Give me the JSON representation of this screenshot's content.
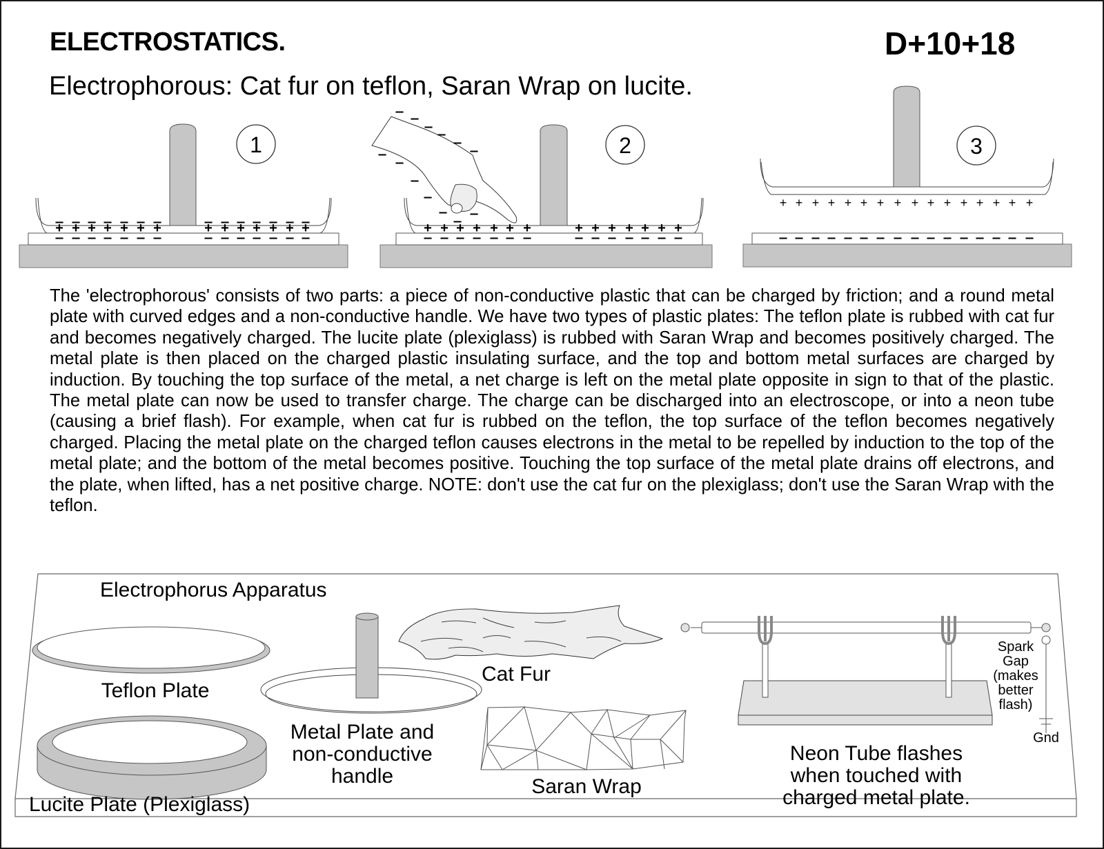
{
  "header": {
    "title": "ELECTROSTATICS.",
    "code": "D+10+18",
    "subtitle": "Electrophorous: Cat fur on teflon, Saran Wrap on lucite."
  },
  "steps": [
    {
      "number": "1",
      "description": "Metal plate placed on charged plastic; induced charges on metal surfaces"
    },
    {
      "number": "2",
      "description": "Finger touches top of metal plate, draining electrons"
    },
    {
      "number": "3",
      "description": "Metal plate lifted with net positive charge; plastic stays negative"
    }
  ],
  "body": {
    "paragraph": "The 'electrophorous' consists of two parts: a piece of non-conductive plastic that can be charged by friction; and a round metal plate with curved edges and a non-conductive handle. We have two types of plastic plates: The teflon plate is rubbed with cat fur and becomes negatively charged. The lucite plate (plexiglass) is rubbed with Saran Wrap and becomes positively charged. The metal plate is then placed on the charged plastic insulating surface, and the top and bottom metal surfaces are charged by induction. By touching the top surface of the metal, a net charge is left on the metal plate opposite in sign to that of the plastic. The metal plate can now be used to transfer charge. The charge can be discharged into an electroscope, or into a neon tube (causing a brief flash).  For example, when cat fur is rubbed on the teflon, the top surface of the teflon becomes negatively charged. Placing the metal plate on the charged teflon causes electrons in the metal to be repelled by induction to the top of the metal plate; and the bottom of the metal becomes positive. Touching the top surface of the metal plate drains off electrons, and the plate, when lifted, has a net positive charge.   NOTE: don't use the cat fur on the plexiglass; don't use the Saran Wrap with the teflon."
  },
  "apparatus": {
    "heading": "Electrophorus Apparatus",
    "teflon_label": "Teflon Plate",
    "lucite_label": "Lucite  Plate (Plexiglass)",
    "metal_label_1": "Metal Plate and",
    "metal_label_2": "non-conductive",
    "metal_label_3": "handle",
    "catfur_label": "Cat Fur",
    "saran_label": "Saran Wrap",
    "neon_label_1": "Neon Tube flashes",
    "neon_label_2": "when touched with",
    "neon_label_3": "charged metal plate.",
    "spark_1": "Spark",
    "spark_2": "Gap",
    "spark_3": "(makes",
    "spark_4": "better",
    "spark_5": "flash)",
    "gnd": "Gnd"
  },
  "colors": {
    "gray_fill": "#c6c6c6",
    "light_fill": "#e2e2e2",
    "stroke": "#333333"
  }
}
